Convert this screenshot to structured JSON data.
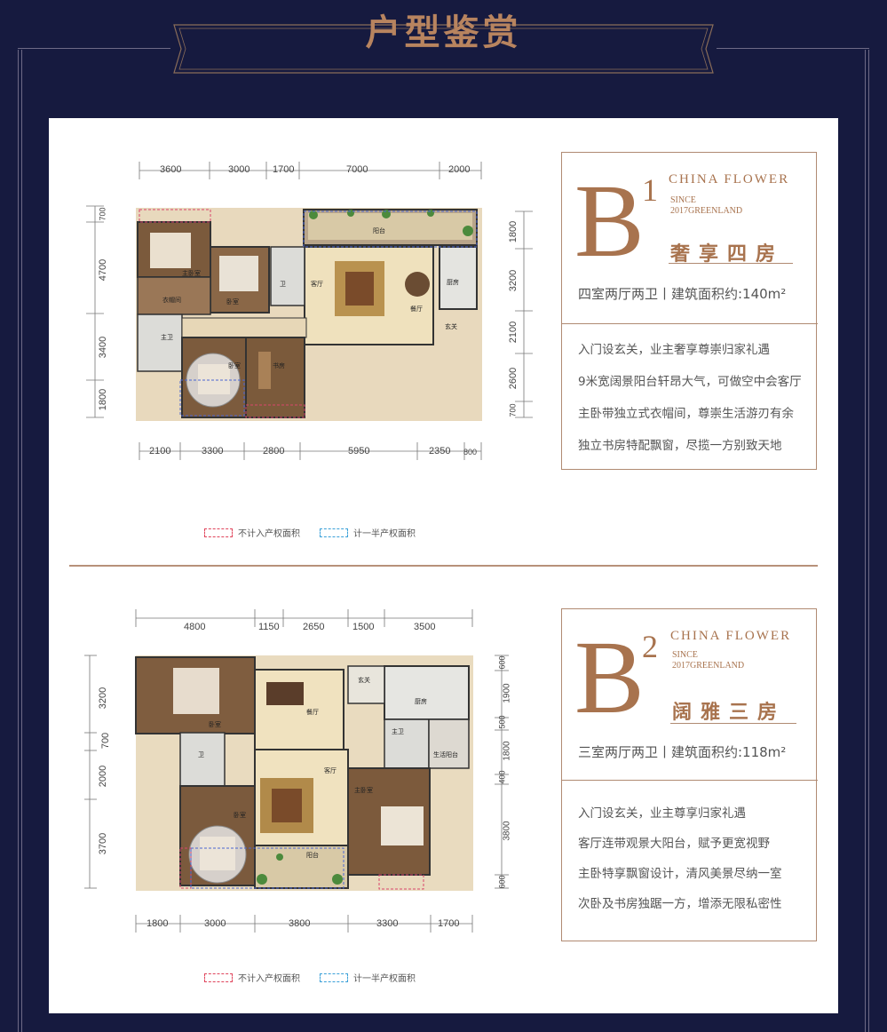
{
  "header": {
    "title": "户型鉴赏"
  },
  "plans": [
    {
      "id": "B1",
      "letter": "B",
      "number": "1",
      "brand": "CHINA FLOWER",
      "since_line1": "SINCE",
      "since_line2": "2017GREENLAND",
      "name": "奢享四房",
      "spec": "四室两厅两卫丨建筑面积约:140m²",
      "descriptions": [
        "入门设玄关，业主奢享尊崇归家礼遇",
        "9米宽阔景阳台轩昂大气，可做空中会客厅",
        "主卧带独立式衣帽间，尊崇生活游刃有余",
        "独立书房特配飘窗，尽揽一方别致天地"
      ],
      "dims_top": [
        "3600",
        "3000",
        "1700",
        "7000",
        "2000"
      ],
      "dims_bottom": [
        "2100",
        "3300",
        "2800",
        "5950",
        "2350",
        "800"
      ],
      "dims_left": [
        "700",
        "4700",
        "3400",
        "1800"
      ],
      "dims_right": [
        "1800",
        "3200",
        "2100",
        "2600",
        "700"
      ],
      "rooms": [
        "主卧室",
        "衣帽间",
        "卧室",
        "阳台",
        "客厅",
        "餐厅",
        "厨房",
        "卧室",
        "书房",
        "主卫",
        "卫",
        "玄关"
      ],
      "legend": [
        "不计入产权面积",
        "计一半产权面积"
      ]
    },
    {
      "id": "B2",
      "letter": "B",
      "number": "2",
      "brand": "CHINA FLOWER",
      "since_line1": "SINCE",
      "since_line2": "2017GREENLAND",
      "name": "阔雅三房",
      "spec": "三室两厅两卫丨建筑面积约:118m²",
      "descriptions": [
        "入门设玄关，业主尊享归家礼遇",
        "客厅连带观景大阳台，赋予更宽视野",
        "主卧特享飘窗设计，清风美景尽纳一室",
        "次卧及书房独踞一方，增添无限私密性"
      ],
      "dims_top": [
        "4800",
        "1150",
        "2650",
        "1500",
        "3500"
      ],
      "dims_bottom": [
        "1800",
        "3000",
        "3800",
        "3300",
        "1700"
      ],
      "dims_left": [
        "3200",
        "700",
        "2000",
        "3700"
      ],
      "dims_right": [
        "600",
        "1900",
        "500",
        "1800",
        "400",
        "3800",
        "600"
      ],
      "rooms": [
        "卧室",
        "餐厅",
        "玄关",
        "厨房",
        "卫",
        "主卫",
        "生活阳台",
        "客厅",
        "主卧室",
        "卧室",
        "阳台"
      ],
      "legend": [
        "不计入产权面积",
        "计一半产权面积"
      ]
    }
  ],
  "colors": {
    "background": "#161a3f",
    "accent": "#a8734e",
    "legend_red": "#e0445b",
    "legend_blue": "#3aa0d8"
  }
}
